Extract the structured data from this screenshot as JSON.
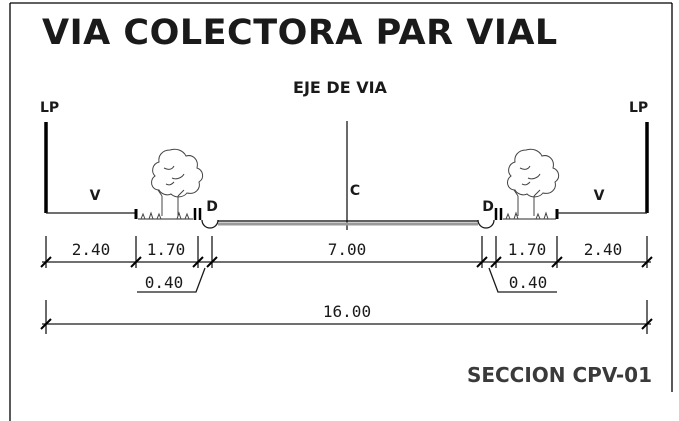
{
  "title": "VIA COLECTORA PAR VIAL",
  "axis_label": "EJE DE VIA",
  "property_line_left": "LP",
  "property_line_right": "LP",
  "lane_labels": {
    "left_sidewalk": "V",
    "left_curb": "D",
    "carriageway": "C",
    "right_curb": "D",
    "right_sidewalk": "V"
  },
  "dimensions": {
    "left_sidewalk": "2.40",
    "left_green": "1.70",
    "left_curb": "0.40",
    "carriageway": "7.00",
    "right_green": "1.70",
    "right_curb": "0.40",
    "right_sidewalk": "2.40",
    "total": "16.00"
  },
  "section_name": "SECCION CPV-01",
  "icons": [
    "tree-icon-left",
    "tree-icon-right"
  ]
}
